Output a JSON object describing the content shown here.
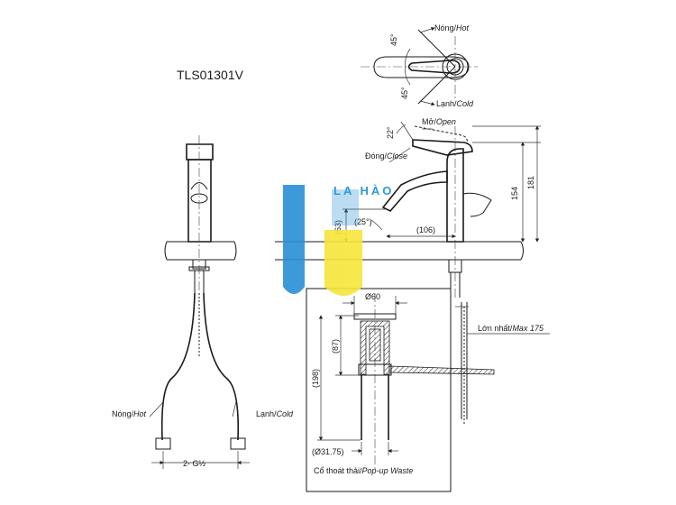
{
  "model_code": "TLS01301V",
  "watermark": {
    "text": "LA HÀO",
    "blue": "#2a8fd6",
    "yellow": "#f6e53a"
  },
  "top_view": {
    "hot_label": "Nóng/",
    "hot_label_en": "Hot",
    "cold_label": "Lạnh/",
    "cold_label_en": "Cold",
    "angle_top": "45°",
    "angle_bottom": "45°"
  },
  "side_view": {
    "open_label": "Mở/",
    "open_label_en": "Open",
    "close_label": "Đóng/",
    "close_label_en": "Close",
    "angle_open": "22°",
    "angle_spout": "(25°)",
    "dim_spout_height": "(63)",
    "dim_spout_reach": "(106)",
    "dim_height_154": "154",
    "dim_height_181": "181",
    "max_label": "Lớn nhất/",
    "max_label_en": "Max 175"
  },
  "front_view": {
    "hot_label": "Nóng/",
    "hot_label_en": "Hot",
    "cold_label": "Lạnh/",
    "cold_label_en": "Cold",
    "thread_label": "2- G½"
  },
  "popup_waste": {
    "dia_top": "Ø60",
    "dim_87": "(87)",
    "dim_198": "(198)",
    "dia_bottom": "(Ø31.75)",
    "caption": "Cổ thoát thải/",
    "caption_en": "Pop-up Waste"
  }
}
